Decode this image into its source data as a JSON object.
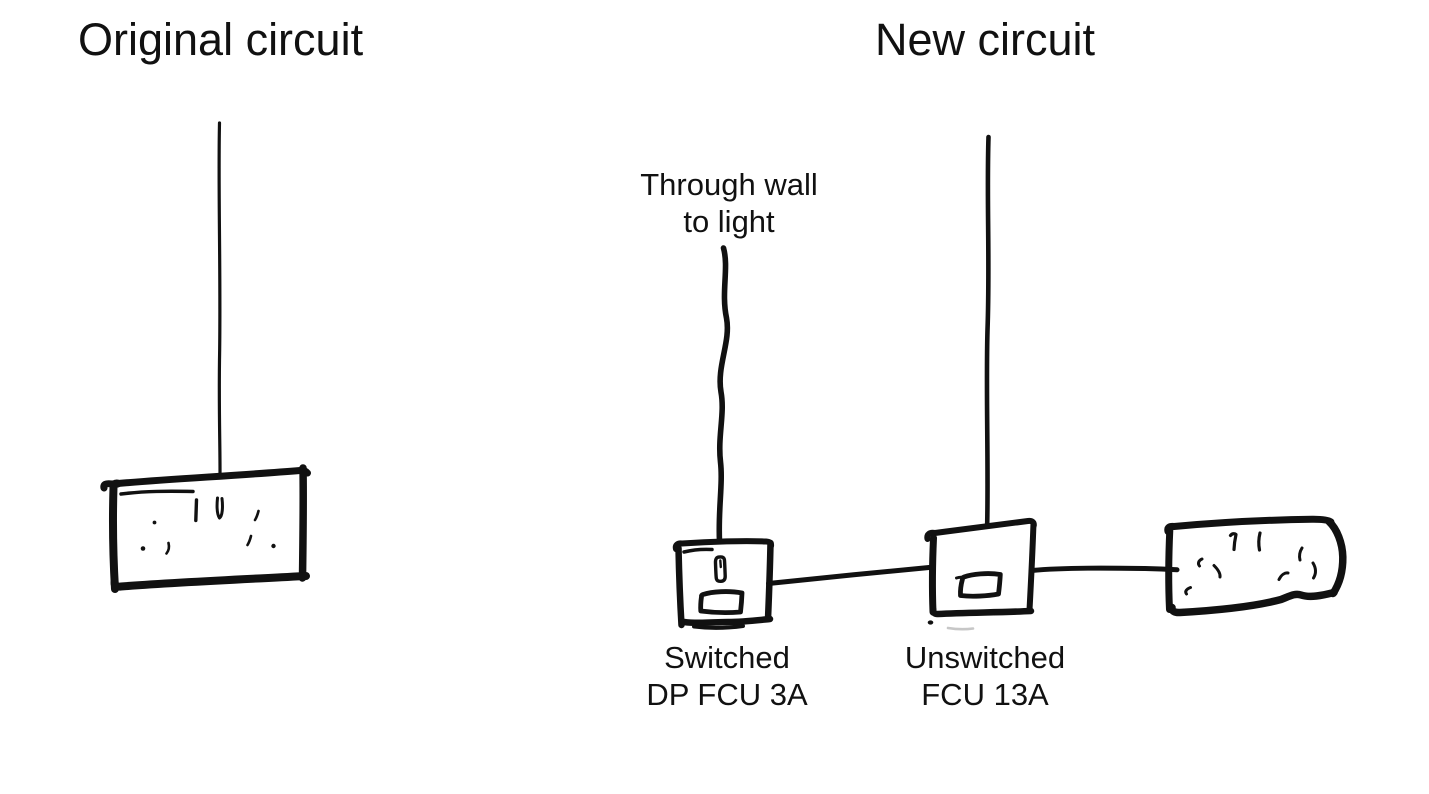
{
  "colors": {
    "ink": "#111111",
    "background": "#ffffff",
    "smudge": "#c7c7c7"
  },
  "original_circuit": {
    "title": "Original circuit"
  },
  "new_circuit": {
    "title": "New circuit",
    "wire_annotation": {
      "line1": "Through wall",
      "line2": "to light"
    },
    "switched_fcu_label": {
      "line1": "Switched",
      "line2": "DP FCU 3A"
    },
    "unswitched_fcu_label": {
      "line1": "Unswitched",
      "line2": "FCU 13A"
    }
  }
}
